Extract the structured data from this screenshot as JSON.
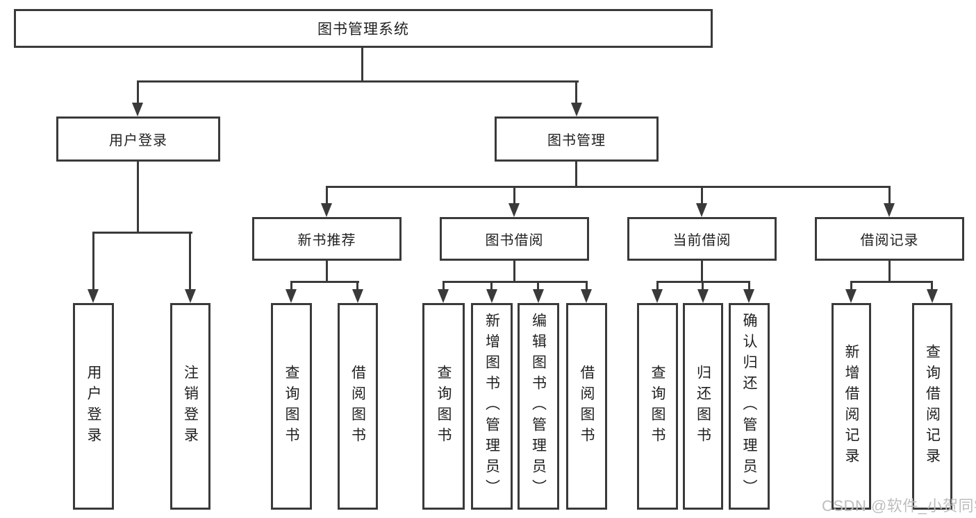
{
  "diagram": {
    "type": "hierarchy",
    "root": {
      "label": "图书管理系统",
      "children": [
        {
          "label": "用户登录",
          "children": [
            {
              "label": "用户登录"
            },
            {
              "label": "注销登录"
            }
          ]
        },
        {
          "label": "图书管理",
          "children": [
            {
              "label": "新书推荐",
              "children": [
                {
                  "label": "查询图书"
                },
                {
                  "label": "借阅图书"
                }
              ]
            },
            {
              "label": "图书借阅",
              "children": [
                {
                  "label": "查询图书"
                },
                {
                  "label": "新增图书（管理员）"
                },
                {
                  "label": "编辑图书（管理员）"
                },
                {
                  "label": "借阅图书"
                }
              ]
            },
            {
              "label": "当前借阅",
              "children": [
                {
                  "label": "查询图书"
                },
                {
                  "label": "归还图书"
                },
                {
                  "label": "确认归还（管理员）"
                }
              ]
            },
            {
              "label": "借阅记录",
              "children": [
                {
                  "label": "新增借阅记录"
                },
                {
                  "label": "查询借阅记录"
                }
              ]
            }
          ]
        }
      ]
    }
  },
  "watermark": {
    "text": "CSDN @软件_小贺同学"
  },
  "colors": {
    "line": "#3a3a3a",
    "text": "#1f1f1f",
    "watermark": "#bdbdbd",
    "background": "#ffffff"
  }
}
